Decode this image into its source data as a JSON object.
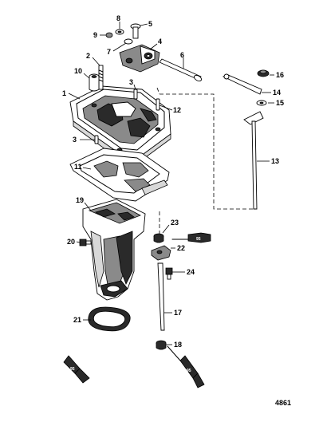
{
  "labels": [
    "1",
    "2",
    "3",
    "3",
    "4",
    "5",
    "6",
    "7",
    "8",
    "9",
    "10",
    "11",
    "12",
    "13",
    "14",
    "15",
    "16",
    "17",
    "18",
    "19",
    "20",
    "21",
    "22",
    "23",
    "24"
  ],
  "tube_labels": [
    "95",
    "95",
    "95"
  ],
  "figure_number": "4861"
}
